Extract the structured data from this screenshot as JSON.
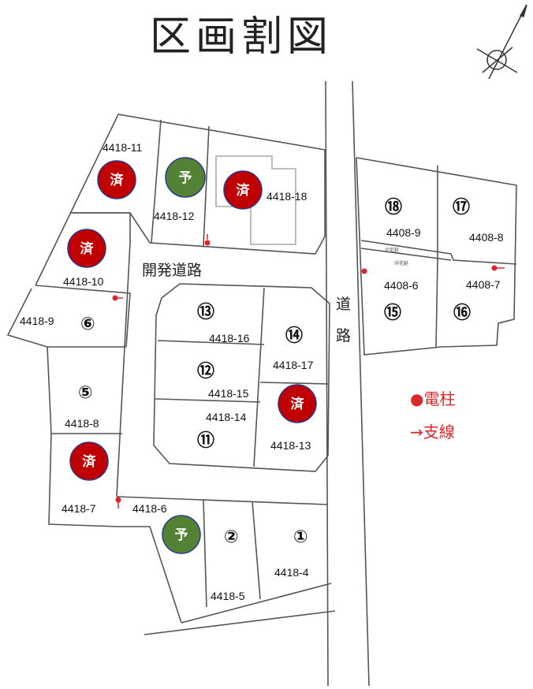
{
  "title": "区画割図",
  "colors": {
    "sold": "#c00000",
    "reserved": "#548235",
    "pole": "#e0262a",
    "line": "#555555"
  },
  "roads": {
    "development": "開発道路",
    "main_top": "道",
    "main_bottom": "路"
  },
  "lots": [
    {
      "id": "l1",
      "num": "①",
      "parcel": "4418-4",
      "status": ""
    },
    {
      "id": "l2",
      "num": "②",
      "parcel": "4418-5",
      "status": ""
    },
    {
      "id": "l5",
      "num": "⑤",
      "parcel": "4418-8",
      "status": ""
    },
    {
      "id": "l6",
      "num": "⑥",
      "parcel": "4418-9",
      "status": ""
    },
    {
      "id": "l11",
      "num": "⑪",
      "parcel": "4418-14",
      "status": ""
    },
    {
      "id": "l12",
      "num": "⑫",
      "parcel": "4418-15",
      "status": ""
    },
    {
      "id": "l13",
      "num": "⑬",
      "parcel": "4418-16",
      "status": ""
    },
    {
      "id": "l14",
      "num": "⑭",
      "parcel": "4418-17",
      "status": ""
    },
    {
      "id": "l15",
      "num": "⑮",
      "parcel": "4408-6",
      "status": ""
    },
    {
      "id": "l16",
      "num": "⑯",
      "parcel": "4408-7",
      "status": ""
    },
    {
      "id": "l17",
      "num": "⑰",
      "parcel": "4408-8",
      "status": ""
    },
    {
      "id": "l18",
      "num": "⑱",
      "parcel": "4408-9",
      "status": ""
    }
  ],
  "status_lots": [
    {
      "parcel": "4418-11",
      "badge": "済"
    },
    {
      "parcel": "4418-12",
      "badge": "予"
    },
    {
      "parcel": "4418-18",
      "badge": "済"
    },
    {
      "parcel": "4418-10",
      "badge": "済"
    },
    {
      "parcel": "4418-13",
      "badge": "済"
    },
    {
      "parcel": "4418-7",
      "badge": "済"
    },
    {
      "parcel": "4418-6",
      "badge": "予"
    }
  ],
  "badges": {
    "sold": "済",
    "reserved": "予"
  },
  "lane_labels": [
    "⑰宅延",
    "⑯宅延"
  ],
  "legend": {
    "pole": "●電柱",
    "branch": "→支線"
  }
}
